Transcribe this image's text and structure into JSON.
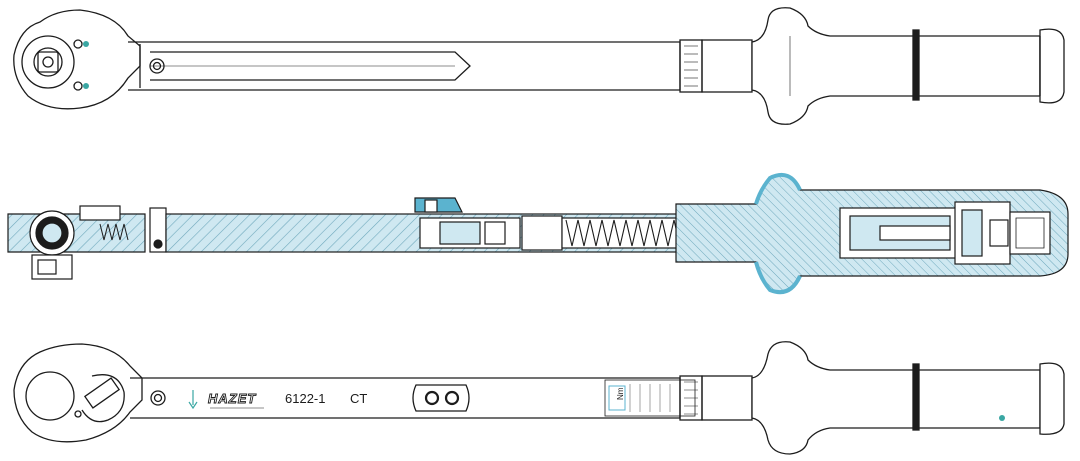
{
  "diagram": {
    "views": [
      {
        "name": "top-view"
      },
      {
        "name": "cross-section-view"
      },
      {
        "name": "side-view"
      }
    ],
    "labels": {
      "brand": "HAZET",
      "model_number": "6122-1",
      "model_suffix": "CT",
      "unit": "Nm"
    },
    "colors": {
      "outline": "#1c1c1c",
      "section_fill": "#cfe8f1",
      "section_accent": "#5bb3cf",
      "marker": "#3aa7a3"
    }
  }
}
